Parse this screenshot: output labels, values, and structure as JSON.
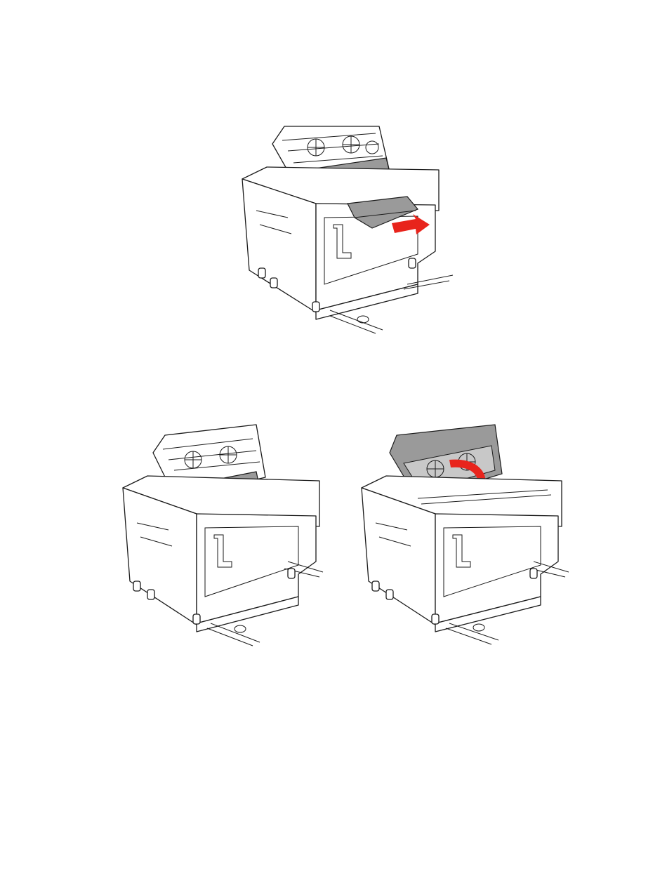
{
  "figures": [
    {
      "id": "fig1",
      "icon": "printer-tray-remove-paper-illustration",
      "arrow_color": "#e8241c",
      "paper_color": "#9a9a9a"
    },
    {
      "id": "fig2",
      "icon": "printer-tray-close-inner-cover-illustration",
      "arrow_color": "#e8241c"
    },
    {
      "id": "fig3",
      "icon": "printer-tray-close-top-cover-illustration",
      "arrow_color": "#e8241c"
    }
  ]
}
